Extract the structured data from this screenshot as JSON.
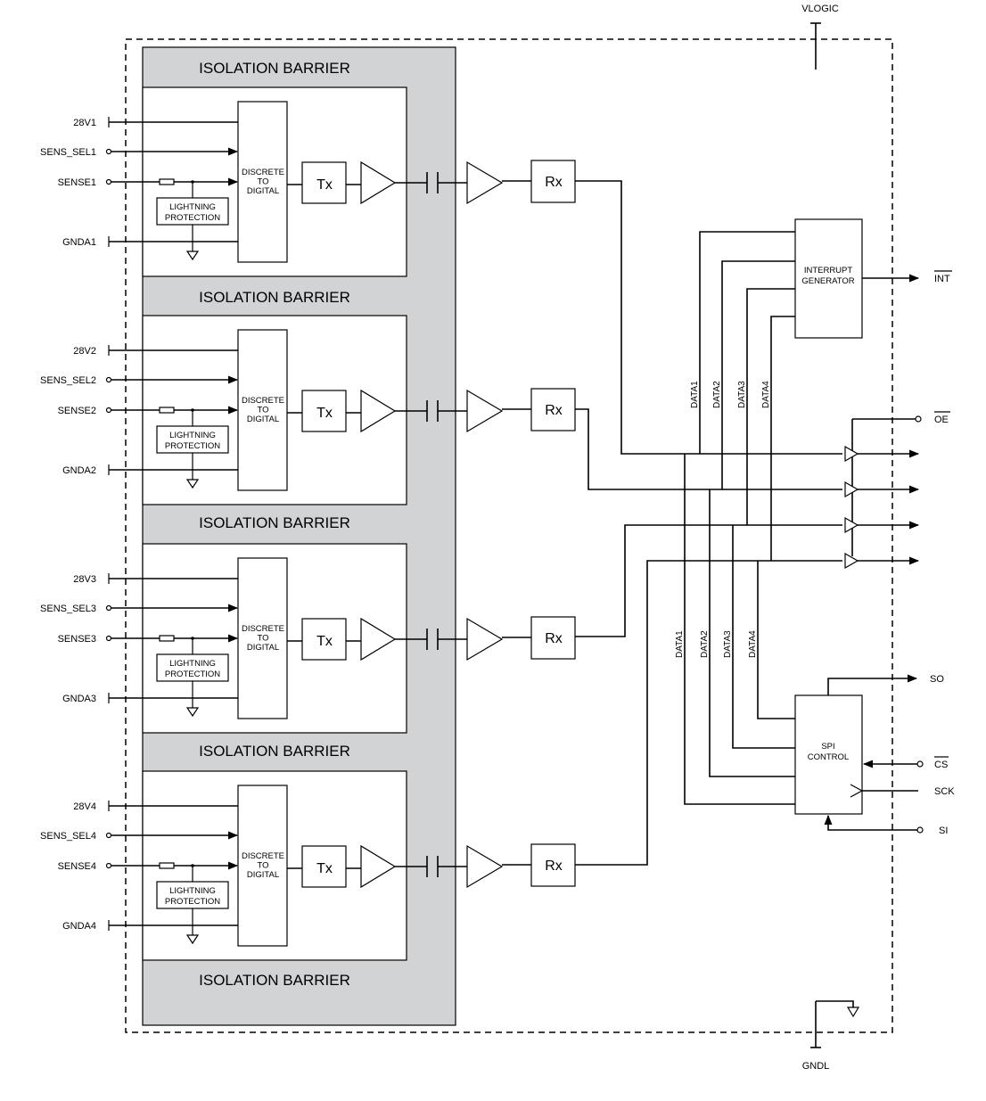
{
  "power": {
    "vlogic": "VLOGIC",
    "gndl": "GNDL"
  },
  "barrier_label": "ISOLATION BARRIER",
  "channels": [
    {
      "pwr": "28V1",
      "sel": "SENS_SEL1",
      "sense": "SENSE1",
      "gnd": "GNDA1"
    },
    {
      "pwr": "28V2",
      "sel": "SENS_SEL2",
      "sense": "SENSE2",
      "gnd": "GNDA2"
    },
    {
      "pwr": "28V3",
      "sel": "SENS_SEL3",
      "sense": "SENSE3",
      "gnd": "GNDA3"
    },
    {
      "pwr": "28V4",
      "sel": "SENS_SEL4",
      "sense": "SENSE4",
      "gnd": "GNDA4"
    }
  ],
  "blocks": {
    "d2d": [
      "DISCRETE",
      "TO",
      "DIGITAL"
    ],
    "lightning": [
      "LIGHTNING",
      "PROTECTION"
    ],
    "tx": "Tx",
    "rx": "Rx",
    "interrupt": [
      "INTERRUPT",
      "GENERATOR"
    ],
    "spi": [
      "SPI",
      "CONTROL"
    ]
  },
  "data_labels": [
    "DATA1",
    "DATA2",
    "DATA3",
    "DATA4"
  ],
  "pins": {
    "int": "INT",
    "oe": "OE",
    "so": "SO",
    "cs": "CS",
    "sck": "SCK",
    "si": "SI"
  }
}
